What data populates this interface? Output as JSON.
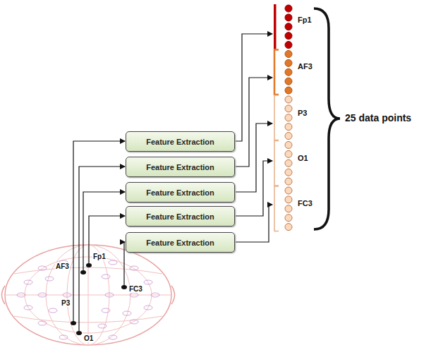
{
  "diagram": {
    "nodes": [
      {
        "text": [
          "Feature Extraction"
        ]
      },
      {
        "text": [
          "Feature Extraction"
        ]
      },
      {
        "text": [
          "Feature Extraction"
        ]
      },
      {
        "text": [
          "Feature Extraction"
        ]
      },
      {
        "text": [
          "Feature Extraction"
        ]
      }
    ],
    "labels": [
      "Fp1",
      "AF3",
      "P3",
      "O1",
      "FC3",
      "25 data points",
      "Fp1",
      "AF3",
      "FC3",
      "P3",
      "O1"
    ]
  }
}
